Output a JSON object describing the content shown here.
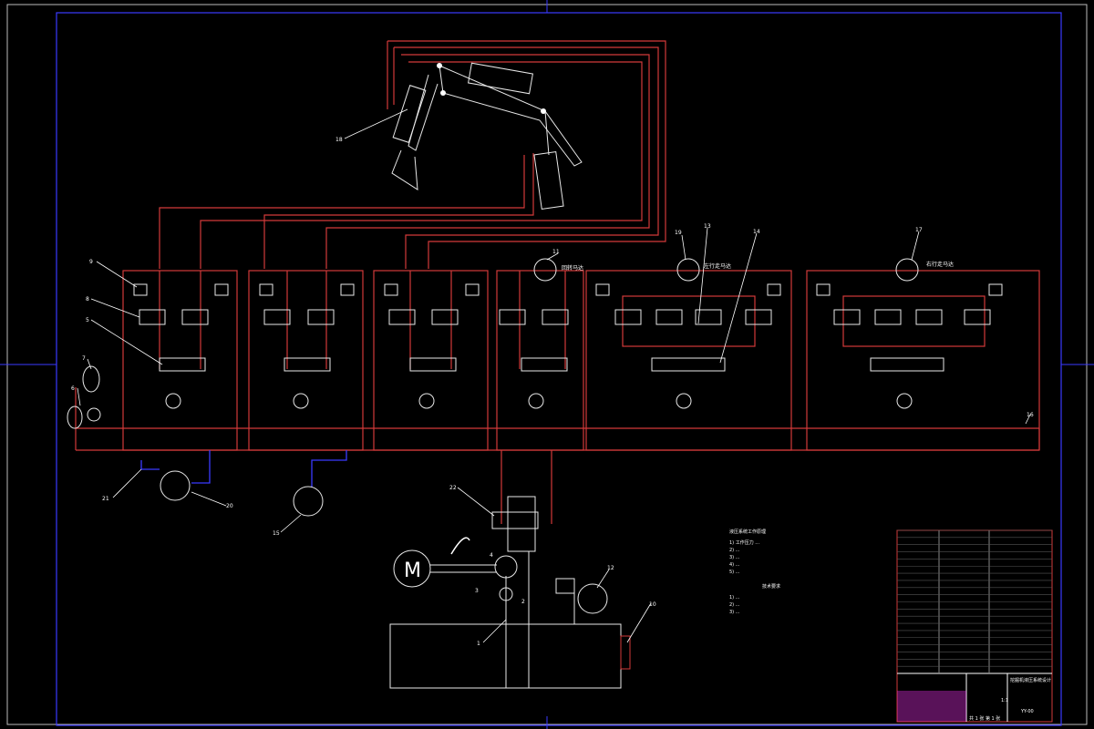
{
  "labels": {
    "n1": "1",
    "n2": "2",
    "n3": "3",
    "n4": "4",
    "n5": "5",
    "n6": "6",
    "n7": "7",
    "n8": "8",
    "n9": "9",
    "n10": "10",
    "n11": "11",
    "n12": "12",
    "n13": "13",
    "n14": "14",
    "n15": "15",
    "n16": "16",
    "n17": "17",
    "n18": "18",
    "n19": "19",
    "n20": "20",
    "n21": "21",
    "n22": "22"
  },
  "motor_symbol": "M",
  "captions": {
    "swing_motor": "回转马达",
    "left_travel_motor": "左行走马达",
    "right_travel_motor": "右行走马达"
  },
  "notes": {
    "title": "液压系统工作原理",
    "lines": [
      "1) 工作压力 ...",
      "2) ...",
      "3) ...",
      "4) ...",
      "5) ..."
    ],
    "tech_title": "技术要求",
    "tech_lines": [
      "1) ...",
      "2) ...",
      "3) ..."
    ]
  },
  "title_block": {
    "project": "挖掘机液压系统设计",
    "scale": "1:1",
    "drawing_no": "YY-00",
    "sheet": "共 1 张 第 1 张"
  },
  "colors": {
    "background": "#000000",
    "pipe": "#d23a3a",
    "symbol": "#e8e8e8",
    "drain": "#3a3aff",
    "title_accent": "#ff33ff"
  }
}
